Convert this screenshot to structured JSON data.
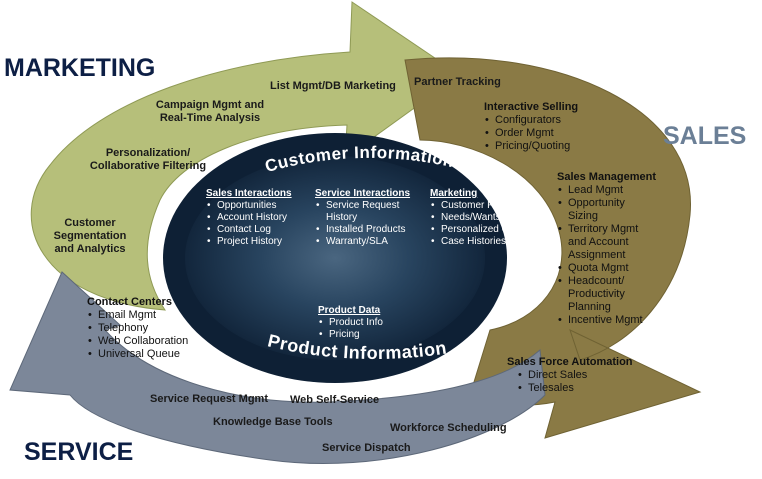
{
  "sections": {
    "marketing": "MARKETING",
    "sales": "SALES",
    "service": "SERVICE"
  },
  "core": {
    "top_title": "Customer Information",
    "bottom_title": "Product Information",
    "columns": [
      {
        "heading": "Sales Interactions",
        "items": [
          "Opportunities",
          "Account History",
          "Contact Log",
          "Project History"
        ]
      },
      {
        "heading": "Service Interactions",
        "items": [
          "Service Request History",
          "Installed Products",
          "Warranty/SLA"
        ]
      },
      {
        "heading": "Marketing",
        "items": [
          "Customer Profile",
          "Needs/Wants",
          "Personalized Offers",
          "Case Histories"
        ]
      }
    ],
    "product_data": {
      "heading": "Product Data",
      "items": [
        "Product Info",
        "Pricing"
      ]
    }
  },
  "marketing_ring": {
    "list_mgmt": "List Mgmt/DB Marketing",
    "partner_tracking": "Partner Tracking",
    "campaign": "Campaign Mgmt and Real-Time Analysis",
    "personalization": "Personalization/ Collaborative Filtering",
    "segmentation": "Customer Segmentation and Analytics"
  },
  "sales_ring": {
    "interactive_selling": {
      "heading": "Interactive Selling",
      "items": [
        "Configurators",
        "Order Mgmt",
        "Pricing/Quoting"
      ]
    },
    "sales_management": {
      "heading": "Sales Management",
      "items": [
        "Lead Mgmt",
        "Opportunity Sizing",
        "Territory Mgmt and Account Assignment",
        "Quota Mgmt",
        "Headcount/ Productivity Planning",
        "Incentive Mgmt"
      ]
    },
    "sfa": {
      "heading": "Sales Force Automation",
      "items": [
        "Direct Sales",
        "Telesales"
      ]
    }
  },
  "service_ring": {
    "contact_centers": {
      "heading": "Contact Centers",
      "items": [
        "Email Mgmt",
        "Telephony",
        "Web Collaboration",
        "Universal Queue"
      ]
    },
    "service_request": "Service Request Mgmt",
    "web_self_service": "Web Self-Service",
    "knowledge_base": "Knowledge Base Tools",
    "workforce": "Workforce Scheduling",
    "dispatch": "Service Dispatch"
  },
  "colors": {
    "marketing_fill": "#b6bf7a",
    "sales_fill": "#8a7a45",
    "service_fill": "#7c8799",
    "core_dark": "#0e2035",
    "core_mid": "#1e3a55",
    "title_marketing": "#0d1f45",
    "title_sales": "#6b7f96",
    "title_service": "#0d1f45"
  }
}
